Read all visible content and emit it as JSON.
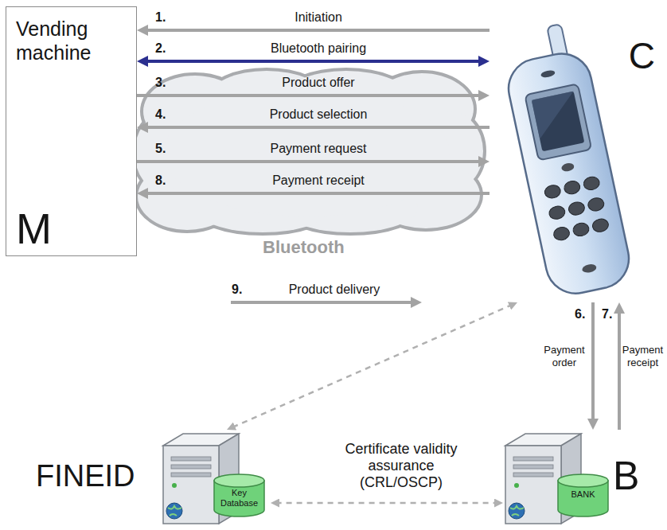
{
  "diagram": {
    "nodes": [
      {
        "text": [
          "Vending machine",
          "M"
        ]
      },
      {
        "text": [
          "C"
        ]
      },
      {
        "text": [
          "FINEID"
        ]
      },
      {
        "text": [
          "Key Database"
        ],
        "in": 2
      },
      {
        "text": [
          "B"
        ]
      },
      {
        "text": [
          "BANK"
        ],
        "in": 4
      }
    ],
    "edges": [
      {
        "from": 1,
        "to": 0,
        "arrow": "to",
        "label": "Initiation"
      },
      {
        "from": 0,
        "to": 1,
        "arrow": "both",
        "label": "Bluetooth pairing"
      },
      {
        "from": 0,
        "to": 1,
        "arrow": "to",
        "label": "Product offer"
      },
      {
        "from": 1,
        "to": 0,
        "arrow": "to",
        "label": "Product selection"
      },
      {
        "from": 0,
        "to": 1,
        "arrow": "to",
        "label": "Payment request"
      },
      {
        "from": 1,
        "to": 0,
        "arrow": "to",
        "label": "Payment receipt"
      },
      {
        "from": 0,
        "to": 1,
        "arrow": "to",
        "label": "Product delivery"
      },
      {
        "from": 1,
        "to": 2,
        "arrow": "both"
      },
      {
        "from": 1,
        "to": 4,
        "arrow": "to",
        "label": "Payment order"
      },
      {
        "from": 4,
        "to": 1,
        "arrow": "to",
        "label": "Payment receipt"
      },
      {
        "from": 2,
        "to": 4,
        "arrow": "both",
        "label": "Certificate validity assurance (CRL/OSCP)"
      }
    ],
    "labels": [
      "1.",
      "2.",
      "3.",
      "4.",
      "5.",
      "8.",
      "9.",
      "6.",
      "7.",
      "Bluetooth"
    ]
  }
}
